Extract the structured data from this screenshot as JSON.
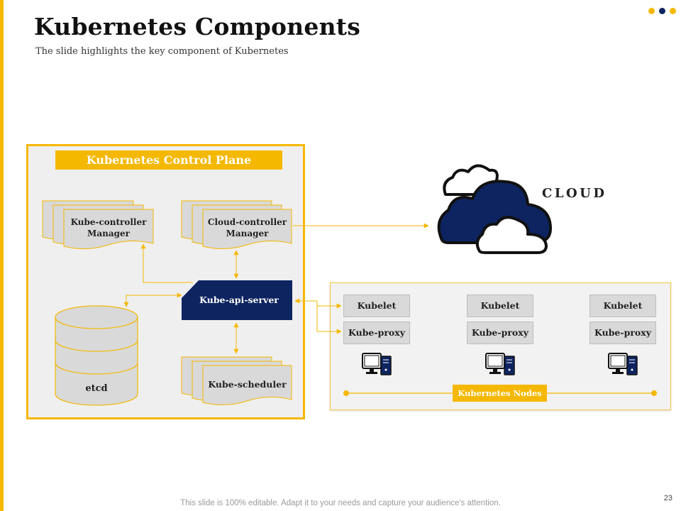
{
  "slide": {
    "title": "Kubernetes Components",
    "subtitle": "The slide highlights the key component of Kubernetes",
    "footer": "This slide is 100% editable. Adapt it to your needs and capture your audience's attention.",
    "page_number": "23"
  },
  "colors": {
    "accent": "#f5b800",
    "navy": "#0d2461",
    "panel": "#efefef",
    "box": "#d9d9d9",
    "dot3": "#0d2461"
  },
  "control_plane": {
    "label": "Kubernetes Control Plane",
    "kube_controller_manager": [
      "Kube-controller",
      "Manager"
    ],
    "cloud_controller_manager": [
      "Cloud-controller",
      "Manager"
    ],
    "api_server": "Kube-api-server",
    "etcd": "etcd",
    "scheduler": "Kube-scheduler"
  },
  "cloud": {
    "label": "CLOUD",
    "icon": "cloud-icon"
  },
  "nodes": {
    "label": "Kubernetes Nodes",
    "items": [
      {
        "kubelet": "Kubelet",
        "proxy": "Kube-proxy",
        "icon": "computer-icon"
      },
      {
        "kubelet": "Kubelet",
        "proxy": "Kube-proxy",
        "icon": "computer-icon"
      },
      {
        "kubelet": "Kubelet",
        "proxy": "Kube-proxy",
        "icon": "computer-icon"
      }
    ]
  }
}
